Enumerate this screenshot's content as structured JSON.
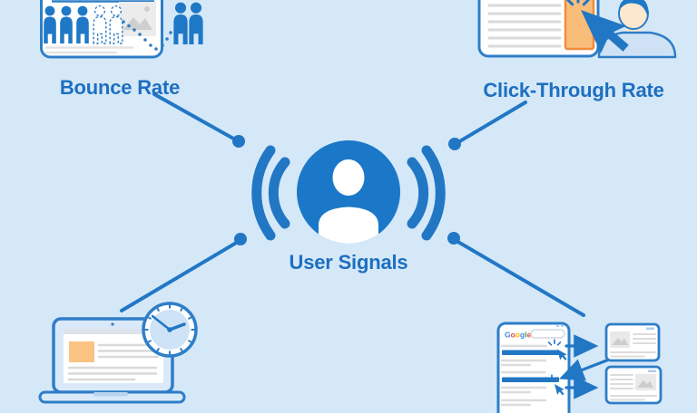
{
  "page": {
    "title": "User Signals infographic",
    "background_color": "#d5e8f8"
  },
  "labels": {
    "bounce_rate": "Bounce Rate",
    "click_through_rate": "Click-Through Rate",
    "user_signals": "User Signals"
  },
  "colors": {
    "primary_blue": "#1e78c6",
    "outline_blue": "#2e7ec7",
    "connector_blue": "#2277c5",
    "label_text": "#1d6fc0",
    "light_blue_fill": "#cfe3f6",
    "laptop_screen_fill": "#d9e9fa",
    "orange_fill": "#f9bd7a",
    "orange_border": "#ee8c3d",
    "laptop_image_orange": "#fbc382",
    "gray_line": "#d9d9d9",
    "placeholder_gray": "#e9e9e9",
    "skin": "#fbe8cf"
  },
  "icons": [
    "user-signals-icon",
    "bounce-rate-illustration",
    "click-through-rate-illustration",
    "time-on-page-illustration",
    "serp-return-illustration",
    "cursor-icon",
    "clock-icon",
    "google-logo"
  ],
  "serp": {
    "logo": "Google",
    "logo_letters": [
      "G",
      "o",
      "o",
      "g",
      "l",
      "e"
    ],
    "logo_colors": [
      "#4285f4",
      "#ea4335",
      "#fbbc05",
      "#4285f4",
      "#34a853",
      "#ea4335"
    ]
  }
}
